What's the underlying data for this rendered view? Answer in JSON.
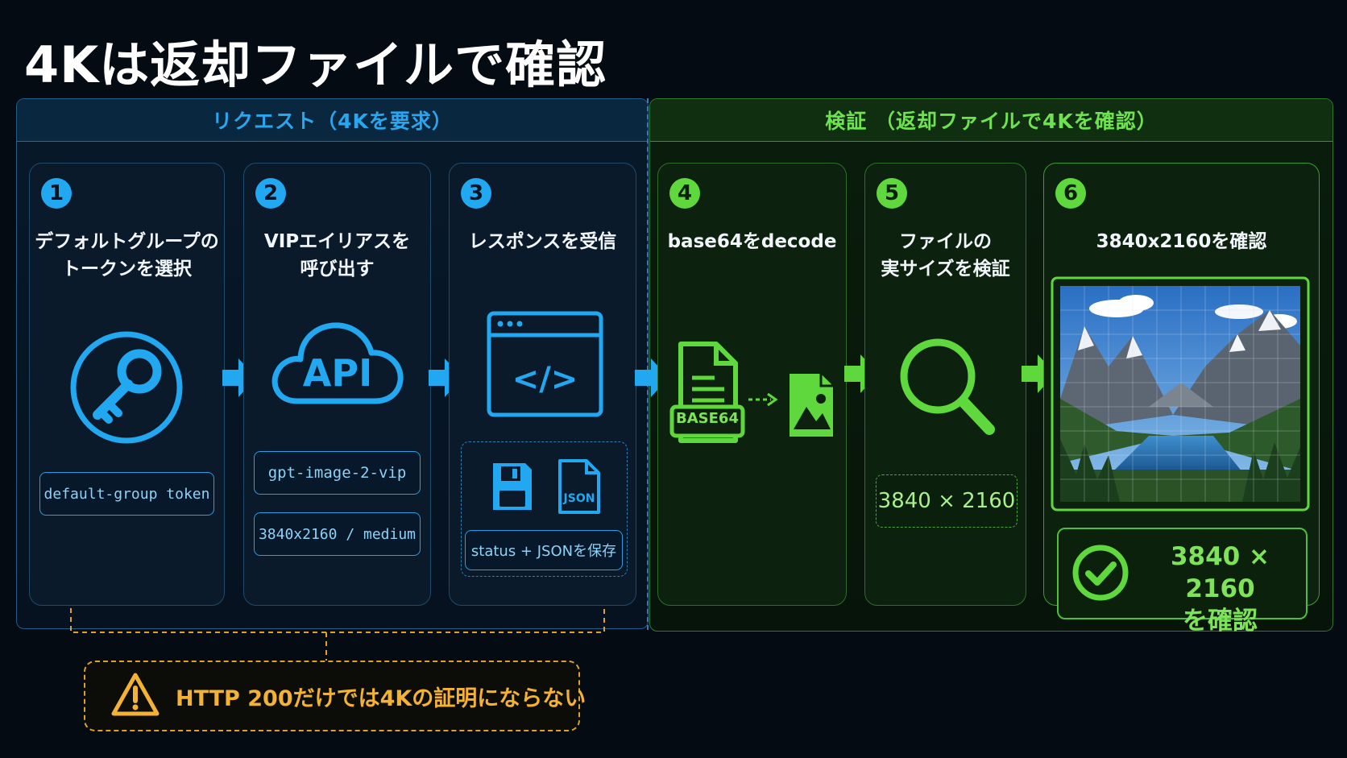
{
  "title": "4Kは返却ファイルで確認",
  "sections": {
    "request": {
      "label": "リクエスト（4Kを要求）"
    },
    "verify": {
      "label": "検証 （返却ファイルで4Kを確認）"
    }
  },
  "steps": [
    {
      "number": "1",
      "label": "デフォルトグループの\nトークンを選択",
      "chips": [
        "default-group token"
      ]
    },
    {
      "number": "2",
      "label": "VIPエイリアスを\n呼び出す",
      "icon_text": "API",
      "chips": [
        "gpt-image-2-vip",
        "3840x2160 / medium"
      ]
    },
    {
      "number": "3",
      "label": "レスポンスを受信",
      "icon_text": "</>",
      "json_badge": "JSON",
      "chips": [
        "status + JSONを保存"
      ]
    },
    {
      "number": "4",
      "label": "base64をdecode",
      "file_badge": "BASE64"
    },
    {
      "number": "5",
      "label": "ファイルの\n実サイズを検証",
      "chips": [
        "3840 × 2160"
      ]
    },
    {
      "number": "6",
      "label": "3840x2160を確認",
      "confirm": "3840 × 2160\nを確認"
    }
  ],
  "warning": "HTTP 200だけでは4Kの証明にならない",
  "colors": {
    "blue": "#22a8f1",
    "green": "#5ed83c",
    "amber": "#f3b233",
    "background": "#050b13"
  },
  "icons": [
    "key-icon",
    "api-cloud-icon",
    "code-window-icon",
    "floppy-disk-icon",
    "json-file-icon",
    "base64-file-icon",
    "image-file-icon",
    "magnifier-icon",
    "arrow-right-icon",
    "warning-icon",
    "checkmark-circle-icon"
  ]
}
